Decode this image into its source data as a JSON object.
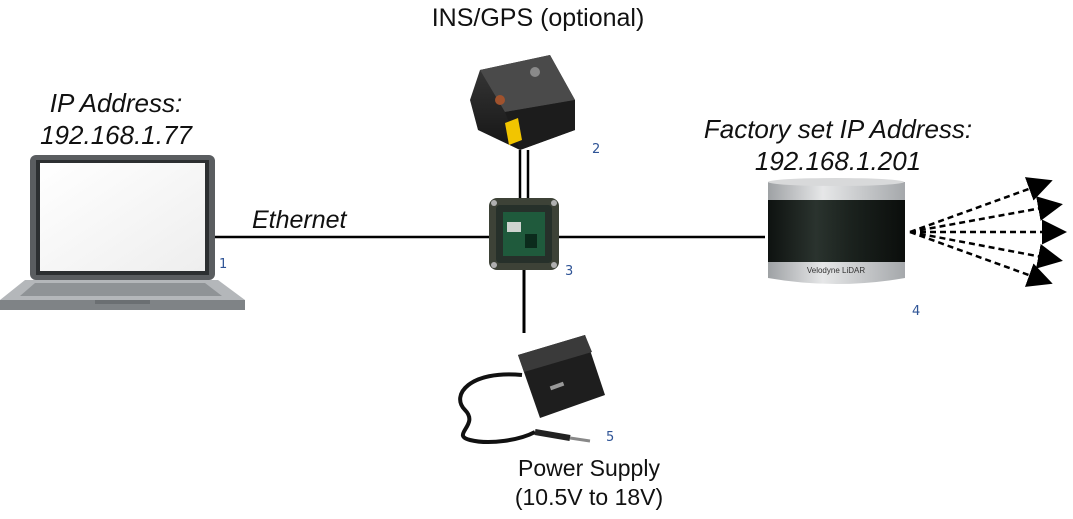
{
  "diagram": {
    "title_ins": "INS/GPS (optional)",
    "laptop_label_line1": "IP Address:",
    "laptop_label_line2": "192.168.1.77",
    "ethernet_label": "Ethernet",
    "lidar_label_line1": "Factory set IP Address:",
    "lidar_label_line2": "192.168.1.201",
    "lidar_brand": "Velodyne LiDAR",
    "power_label_line1": "Power Supply",
    "power_label_line2": "(10.5V to 18V)",
    "numbers": {
      "laptop": "1",
      "ins": "2",
      "interface_box": "3",
      "lidar": "4",
      "power": "5"
    }
  },
  "colors": {
    "line": "#000000",
    "number_text": "#2f5496",
    "ins_yellow": "#f2c500",
    "lidar_body": "#1a1f1c",
    "lidar_silver": "#c9cbcd"
  }
}
